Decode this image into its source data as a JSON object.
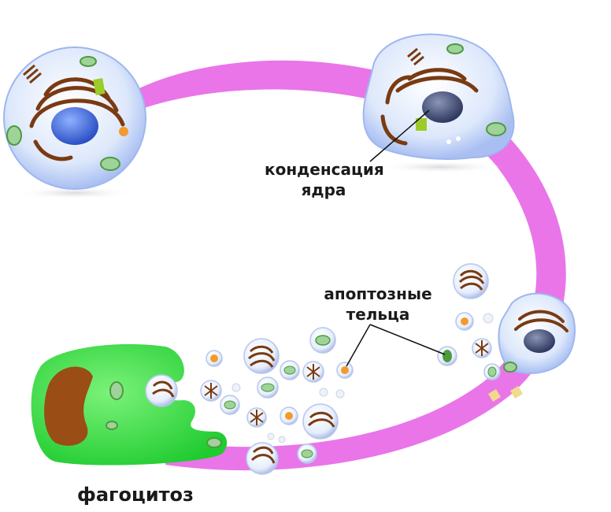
{
  "labels": {
    "condensation_line1": "конденсация",
    "condensation_line2": "ядра",
    "apoptotic_line1": "апоптозные",
    "apoptotic_line2": "тельца",
    "phagocytosis": "фагоцитоз"
  },
  "colors": {
    "arc": "#e86ee8",
    "cell_fill": "#dde8fb",
    "cell_edge": "#9fb6f0",
    "nucleus": "#3a63d6",
    "condensed_nucleus": "#3c4a7a",
    "er": "#7a3a12",
    "mitochondria": "#4e9a3f",
    "golgi": "#9bcc2a",
    "phagocyte": "#27d93a",
    "phagocyte_nucleus": "#9a4d14",
    "vesicle_orange": "#f39a2c"
  }
}
